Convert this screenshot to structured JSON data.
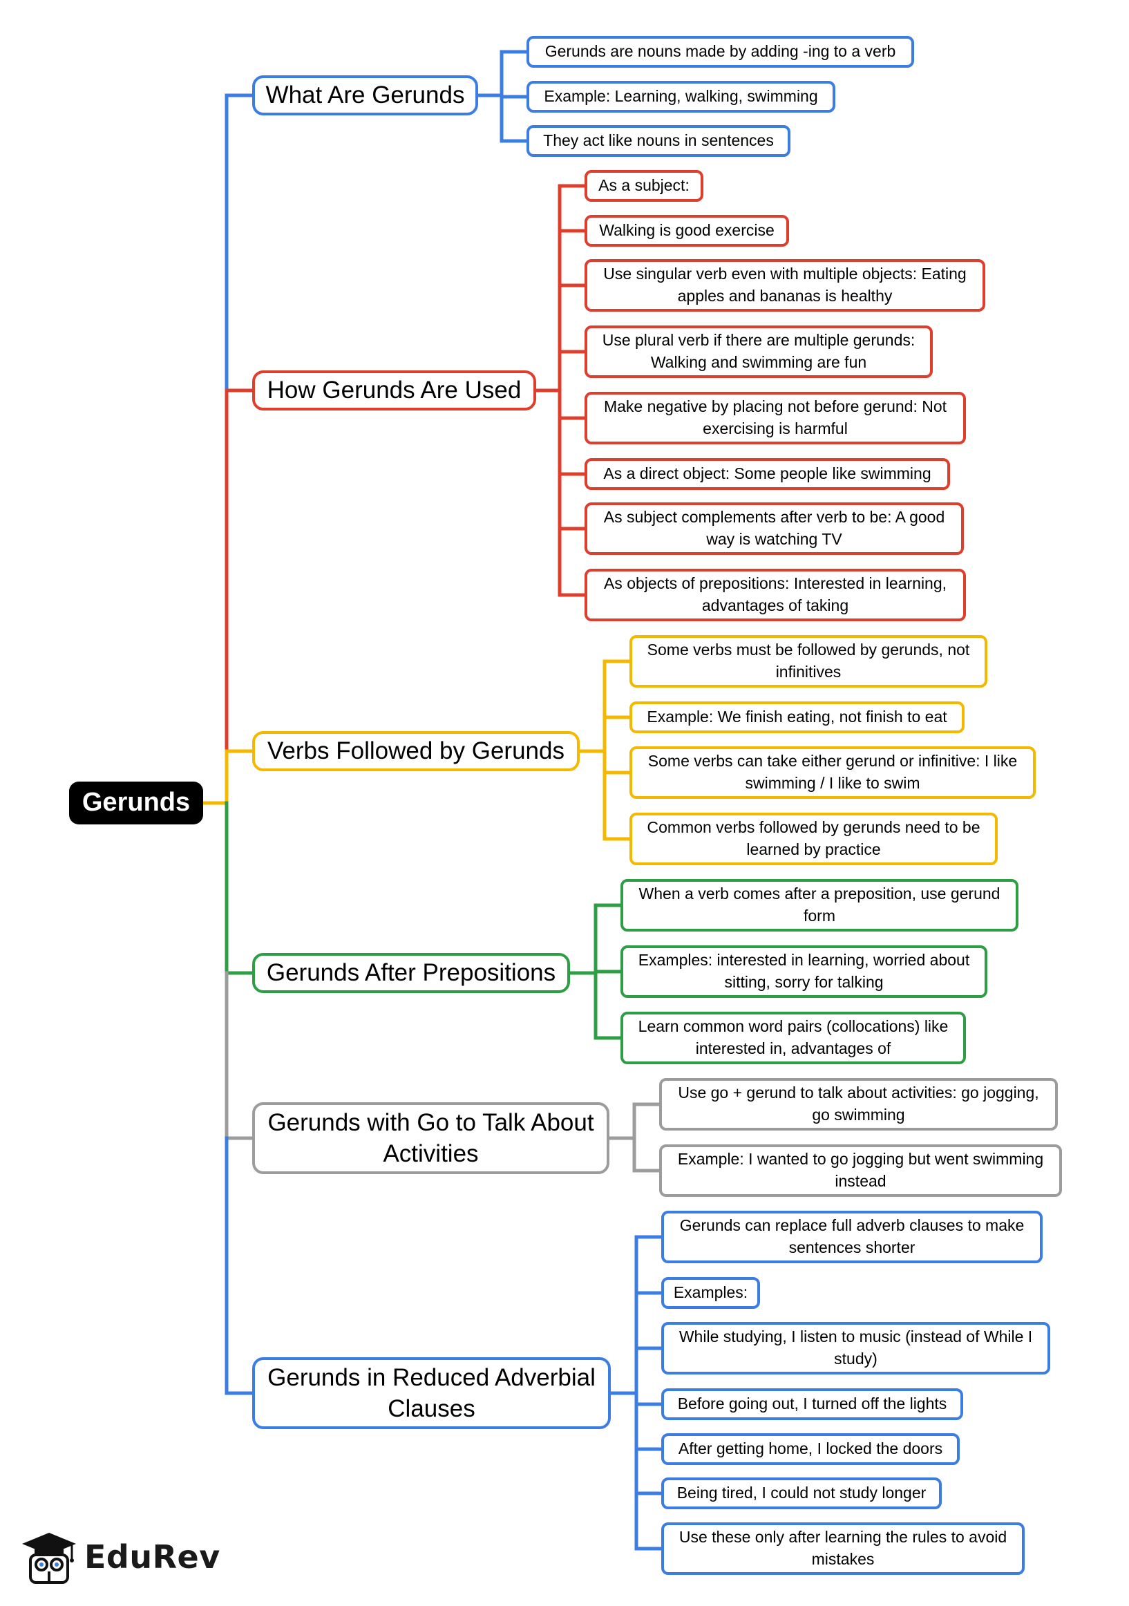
{
  "colors": {
    "blue": "#3b7de3",
    "red": "#e03e2d",
    "yellow": "#f5b800",
    "green": "#2e9e45",
    "gray": "#9c9c9c",
    "root": "#000000"
  },
  "mindmap": {
    "root": "Gerunds",
    "branches": [
      {
        "label": "What Are Gerunds",
        "color": "#3b7de3",
        "leaves": [
          "Gerunds are nouns made by adding -ing to a verb",
          "Example: Learning, walking, swimming",
          "They act like nouns in sentences"
        ]
      },
      {
        "label": "How Gerunds Are Used",
        "color": "#e03e2d",
        "leaves": [
          "As a subject:",
          "Walking is good exercise",
          "Use singular verb even with multiple objects: Eating apples and bananas is healthy",
          "Use plural verb if there are multiple gerunds: Walking and swimming are fun",
          "Make negative by placing not before gerund: Not exercising is harmful",
          "As a direct object: Some people like swimming",
          "As subject complements after verb to be: A good way is watching TV",
          "As objects of prepositions: Interested in learning, advantages of taking"
        ]
      },
      {
        "label": "Verbs Followed by Gerunds",
        "color": "#f5b800",
        "leaves": [
          "Some verbs must be followed by gerunds, not infinitives",
          "Example: We finish eating, not finish to eat",
          "Some verbs can take either gerund or infinitive: I like swimming / I like to swim",
          "Common verbs followed by gerunds need to be learned by practice"
        ]
      },
      {
        "label": "Gerunds After Prepositions",
        "color": "#2e9e45",
        "leaves": [
          "When a verb comes after a preposition, use gerund form",
          "Examples: interested in learning, worried about sitting, sorry for talking",
          "Learn common word pairs (collocations) like interested in, advantages of"
        ]
      },
      {
        "label": "Gerunds with Go to Talk About Activities",
        "color": "#9c9c9c",
        "leaves": [
          "Use go + gerund to talk about activities: go jogging, go swimming",
          "Example: I wanted to go jogging but went swimming instead"
        ]
      },
      {
        "label": "Gerunds in Reduced Adverbial Clauses",
        "color": "#3b7de3",
        "leaves": [
          "Gerunds can replace full adverb clauses to make sentences shorter",
          "Examples:",
          "While studying, I listen to music (instead of While I study)",
          "Before going out, I turned off the lights",
          "After getting home, I locked the doors",
          "Being tired, I could not study longer",
          "Use these only after learning the rules to avoid mistakes"
        ]
      }
    ]
  },
  "logo": {
    "text": "EduRev",
    "icon": "graduate-owl-icon"
  }
}
